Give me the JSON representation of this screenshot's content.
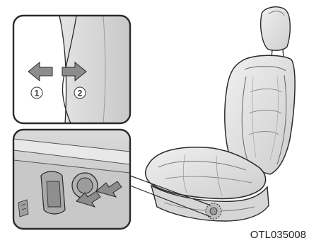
{
  "illustration": {
    "figure_code": "OTL035008",
    "top_inset": {
      "callout_1": "1",
      "callout_2": "2"
    }
  },
  "colors": {
    "line": "#2a2a2a",
    "seat_fill": "#e6e6e6",
    "seat_shade": "#cfcfcf",
    "inset_bg": "#d9d9d9",
    "arrow": "#8c8c8c"
  },
  "icons": {
    "arrow_left": "direction-arrow-left-icon",
    "arrow_right": "direction-arrow-right-icon",
    "press_arrows": "press-arrows-icon"
  }
}
